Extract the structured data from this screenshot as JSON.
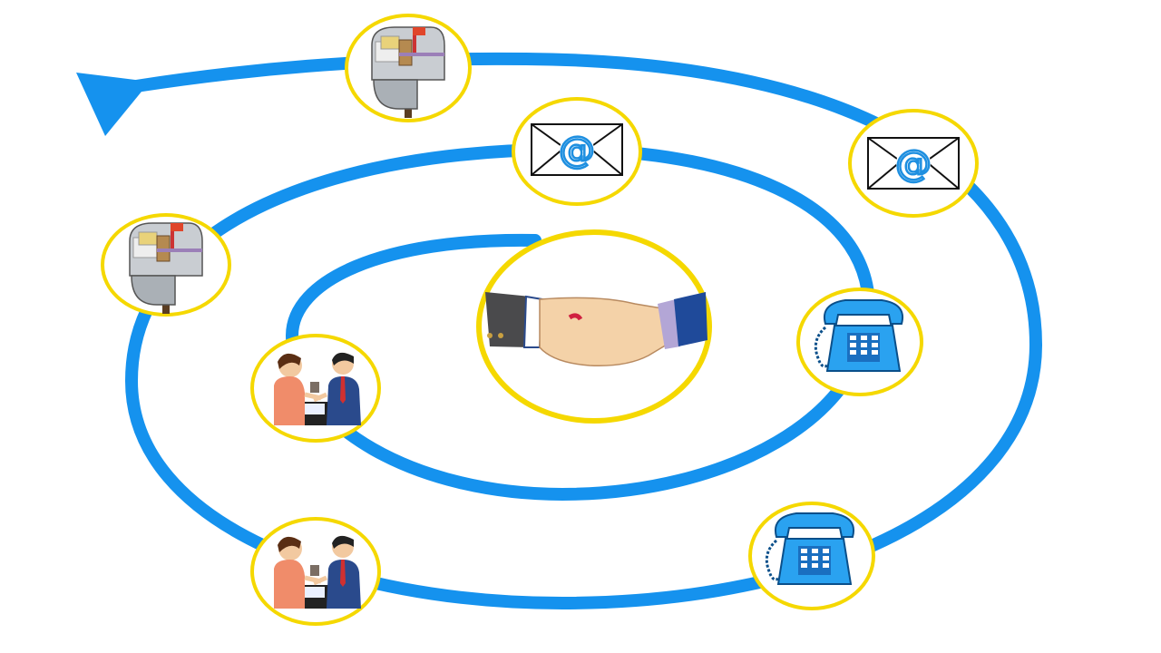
{
  "diagram": {
    "type": "spiral-communication-flow",
    "colors": {
      "spiral": "#1592ee",
      "node_border": "#f5d800",
      "node_fill": "#ffffff",
      "phone": "#2aa2f0",
      "envelope_at": "#1e8fe0",
      "mailbox_flag": "#e0452a"
    },
    "nodes": [
      {
        "id": "handshake",
        "icon": "handshake-icon"
      },
      {
        "id": "meeting-inner",
        "icon": "meeting-icon"
      },
      {
        "id": "phone-inner",
        "icon": "telephone-icon"
      },
      {
        "id": "email-inner",
        "icon": "email-envelope-icon"
      },
      {
        "id": "mailbox-middle",
        "icon": "mailbox-icon"
      },
      {
        "id": "meeting-outer",
        "icon": "meeting-icon"
      },
      {
        "id": "phone-outer",
        "icon": "telephone-icon"
      },
      {
        "id": "email-outer",
        "icon": "email-envelope-icon"
      },
      {
        "id": "mailbox-outer",
        "icon": "mailbox-icon"
      }
    ]
  }
}
